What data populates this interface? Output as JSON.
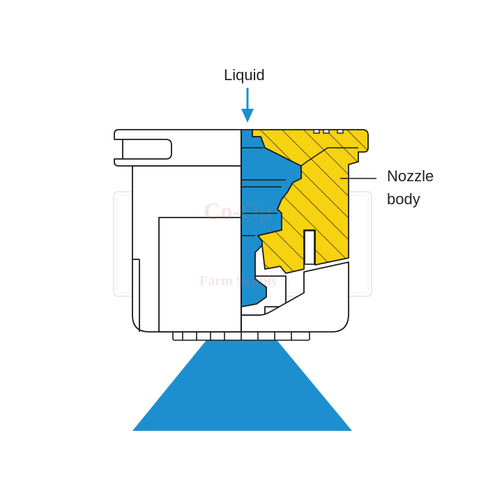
{
  "labels": {
    "liquid": "Liquid",
    "nozzle_line1": "Nozzle",
    "nozzle_line2": "body"
  },
  "watermark": {
    "line1": "Co-Op",
    "line2": "Farm Supply"
  },
  "colors": {
    "liquid_blue": "#1e8fce",
    "body_yellow": "#f6d210",
    "outline": "#1a1a1a",
    "background": "#ffffff",
    "watermark": "#c86e6e"
  },
  "icons": {
    "flow_arrow": "arrow-down-icon"
  }
}
